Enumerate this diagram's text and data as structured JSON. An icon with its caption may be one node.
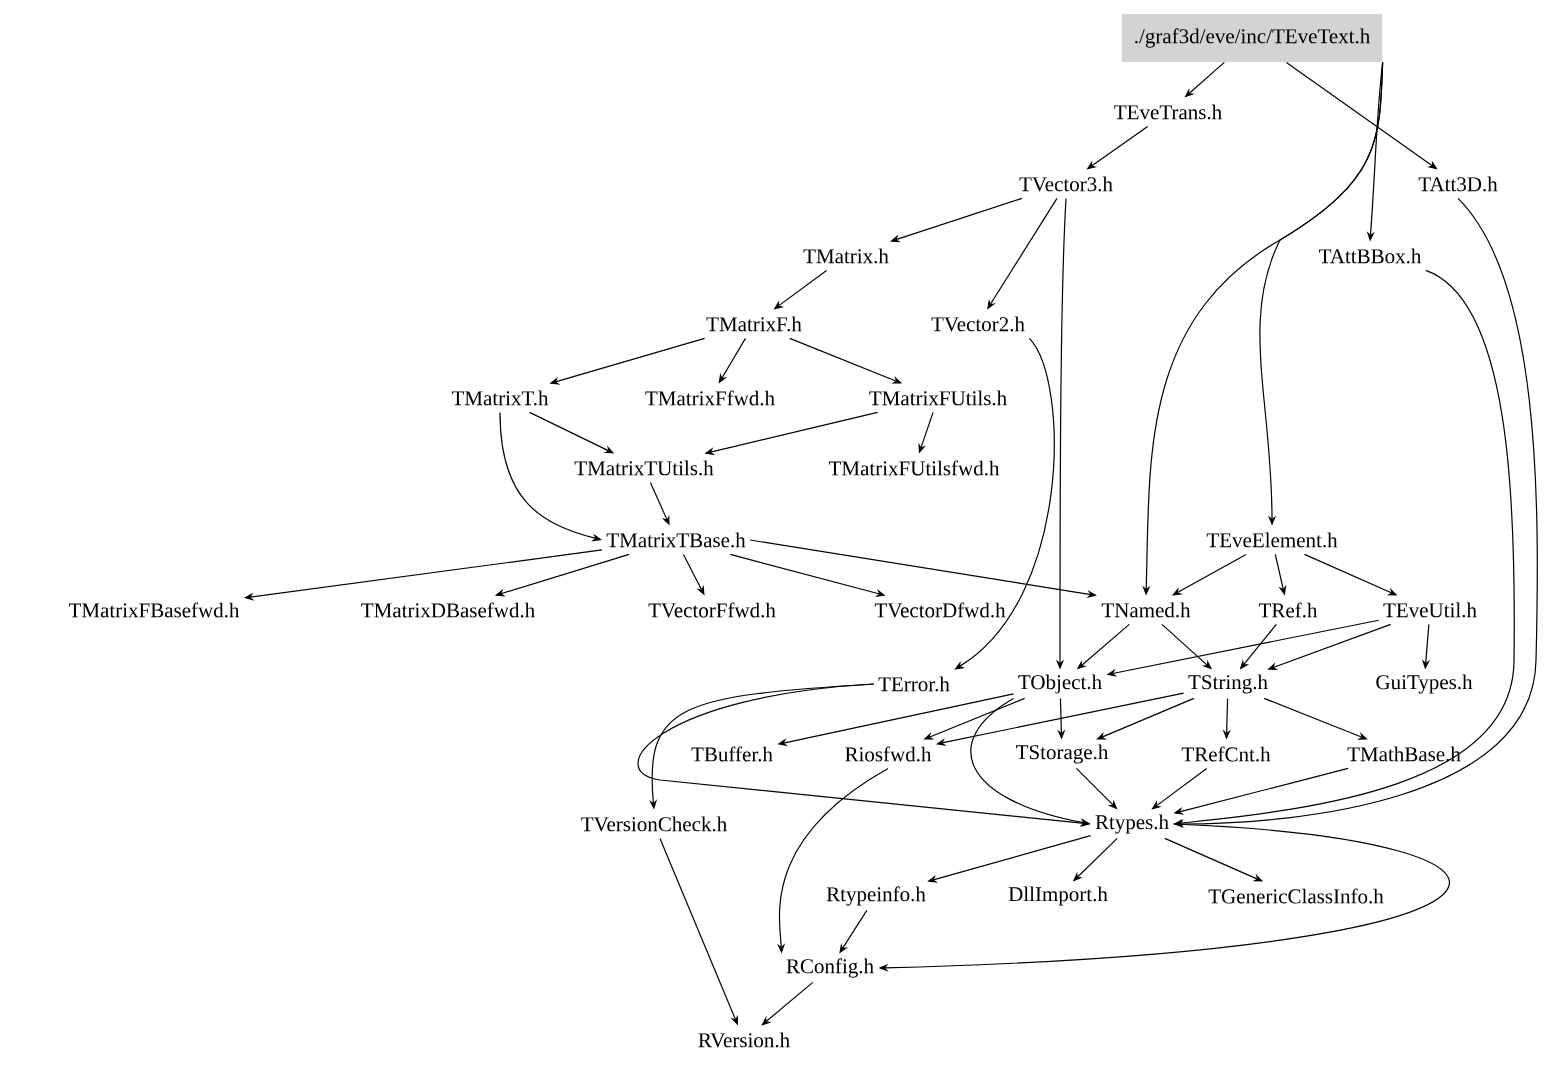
{
  "diagram": {
    "nodes": [
      {
        "text": [
          "./graf3d/eve/inc/TEveText.h"
        ]
      },
      {
        "text": [
          "TEveTrans.h"
        ]
      },
      {
        "text": [
          "TVector3.h"
        ]
      },
      {
        "text": [
          "TAtt3D.h"
        ]
      },
      {
        "text": [
          "TMatrix.h"
        ]
      },
      {
        "text": [
          "TAttBBox.h"
        ]
      },
      {
        "text": [
          "TMatrixF.h"
        ]
      },
      {
        "text": [
          "TVector2.h"
        ]
      },
      {
        "text": [
          "TMatrixT.h"
        ]
      },
      {
        "text": [
          "TMatrixFfwd.h"
        ]
      },
      {
        "text": [
          "TMatrixFUtils.h"
        ]
      },
      {
        "text": [
          "TMatrixTUtils.h"
        ]
      },
      {
        "text": [
          "TMatrixFUtilsfwd.h"
        ]
      },
      {
        "text": [
          "TMatrixTBase.h"
        ]
      },
      {
        "text": [
          "TEveElement.h"
        ]
      },
      {
        "text": [
          "TMatrixFBasefwd.h"
        ]
      },
      {
        "text": [
          "TMatrixDBasefwd.h"
        ]
      },
      {
        "text": [
          "TVectorFfwd.h"
        ]
      },
      {
        "text": [
          "TVectorDfwd.h"
        ]
      },
      {
        "text": [
          "TNamed.h"
        ]
      },
      {
        "text": [
          "TRef.h"
        ]
      },
      {
        "text": [
          "TEveUtil.h"
        ]
      },
      {
        "text": [
          "TError.h"
        ]
      },
      {
        "text": [
          "TObject.h"
        ]
      },
      {
        "text": [
          "TString.h"
        ]
      },
      {
        "text": [
          "GuiTypes.h"
        ]
      },
      {
        "text": [
          "TBuffer.h"
        ]
      },
      {
        "text": [
          "Riosfwd.h"
        ]
      },
      {
        "text": [
          "TStorage.h"
        ]
      },
      {
        "text": [
          "TRefCnt.h"
        ]
      },
      {
        "text": [
          "TMathBase.h"
        ]
      },
      {
        "text": [
          "TVersionCheck.h"
        ]
      },
      {
        "text": [
          "Rtypes.h"
        ]
      },
      {
        "text": [
          "Rtypeinfo.h"
        ]
      },
      {
        "text": [
          "DllImport.h"
        ]
      },
      {
        "text": [
          "TGenericClassInfo.h"
        ]
      },
      {
        "text": [
          "RConfig.h"
        ]
      },
      {
        "text": [
          "RVersion.h"
        ]
      }
    ],
    "edges": [
      {
        "from": 0,
        "to": 1,
        "arrow": "to"
      },
      {
        "from": 0,
        "to": 3,
        "arrow": "to"
      },
      {
        "from": 0,
        "to": 5,
        "arrow": "to"
      },
      {
        "from": 0,
        "to": 14,
        "arrow": "to"
      },
      {
        "from": 0,
        "to": 19,
        "arrow": "to"
      },
      {
        "from": 1,
        "to": 2,
        "arrow": "to"
      },
      {
        "from": 2,
        "to": 4,
        "arrow": "to"
      },
      {
        "from": 2,
        "to": 7,
        "arrow": "to"
      },
      {
        "from": 2,
        "to": 23,
        "arrow": "to"
      },
      {
        "from": 4,
        "to": 6,
        "arrow": "to"
      },
      {
        "from": 6,
        "to": 8,
        "arrow": "to"
      },
      {
        "from": 6,
        "to": 9,
        "arrow": "to"
      },
      {
        "from": 6,
        "to": 10,
        "arrow": "to"
      },
      {
        "from": 7,
        "to": 22,
        "arrow": "to"
      },
      {
        "from": 8,
        "to": 11,
        "arrow": "to"
      },
      {
        "from": 8,
        "to": 13,
        "arrow": "to"
      },
      {
        "from": 10,
        "to": 11,
        "arrow": "to"
      },
      {
        "from": 10,
        "to": 12,
        "arrow": "to"
      },
      {
        "from": 11,
        "to": 13,
        "arrow": "to"
      },
      {
        "from": 13,
        "to": 15,
        "arrow": "to"
      },
      {
        "from": 13,
        "to": 16,
        "arrow": "to"
      },
      {
        "from": 13,
        "to": 17,
        "arrow": "to"
      },
      {
        "from": 13,
        "to": 18,
        "arrow": "to"
      },
      {
        "from": 13,
        "to": 19,
        "arrow": "to"
      },
      {
        "from": 14,
        "to": 19,
        "arrow": "to"
      },
      {
        "from": 14,
        "to": 20,
        "arrow": "to"
      },
      {
        "from": 14,
        "to": 21,
        "arrow": "to"
      },
      {
        "from": 19,
        "to": 23,
        "arrow": "to"
      },
      {
        "from": 19,
        "to": 24,
        "arrow": "to"
      },
      {
        "from": 20,
        "to": 24,
        "arrow": "to"
      },
      {
        "from": 21,
        "to": 23,
        "arrow": "to"
      },
      {
        "from": 21,
        "to": 24,
        "arrow": "to"
      },
      {
        "from": 21,
        "to": 25,
        "arrow": "to"
      },
      {
        "from": 22,
        "to": 31,
        "arrow": "to"
      },
      {
        "from": 22,
        "to": 32,
        "arrow": "to"
      },
      {
        "from": 23,
        "to": 26,
        "arrow": "to"
      },
      {
        "from": 23,
        "to": 27,
        "arrow": "to"
      },
      {
        "from": 23,
        "to": 28,
        "arrow": "to"
      },
      {
        "from": 23,
        "to": 32,
        "arrow": "to"
      },
      {
        "from": 24,
        "to": 27,
        "arrow": "to"
      },
      {
        "from": 24,
        "to": 28,
        "arrow": "to"
      },
      {
        "from": 24,
        "to": 29,
        "arrow": "to"
      },
      {
        "from": 24,
        "to": 30,
        "arrow": "to"
      },
      {
        "from": 28,
        "to": 32,
        "arrow": "to"
      },
      {
        "from": 29,
        "to": 32,
        "arrow": "to"
      },
      {
        "from": 30,
        "to": 32,
        "arrow": "to"
      },
      {
        "from": 3,
        "to": 32,
        "arrow": "to"
      },
      {
        "from": 5,
        "to": 32,
        "arrow": "to"
      },
      {
        "from": 27,
        "to": 36,
        "arrow": "to"
      },
      {
        "from": 32,
        "to": 33,
        "arrow": "to"
      },
      {
        "from": 32,
        "to": 34,
        "arrow": "to"
      },
      {
        "from": 32,
        "to": 35,
        "arrow": "to"
      },
      {
        "from": 32,
        "to": 36,
        "arrow": "to"
      },
      {
        "from": 33,
        "to": 36,
        "arrow": "to"
      },
      {
        "from": 31,
        "to": 37,
        "arrow": "to"
      },
      {
        "from": 36,
        "to": 37,
        "arrow": "to"
      }
    ]
  }
}
